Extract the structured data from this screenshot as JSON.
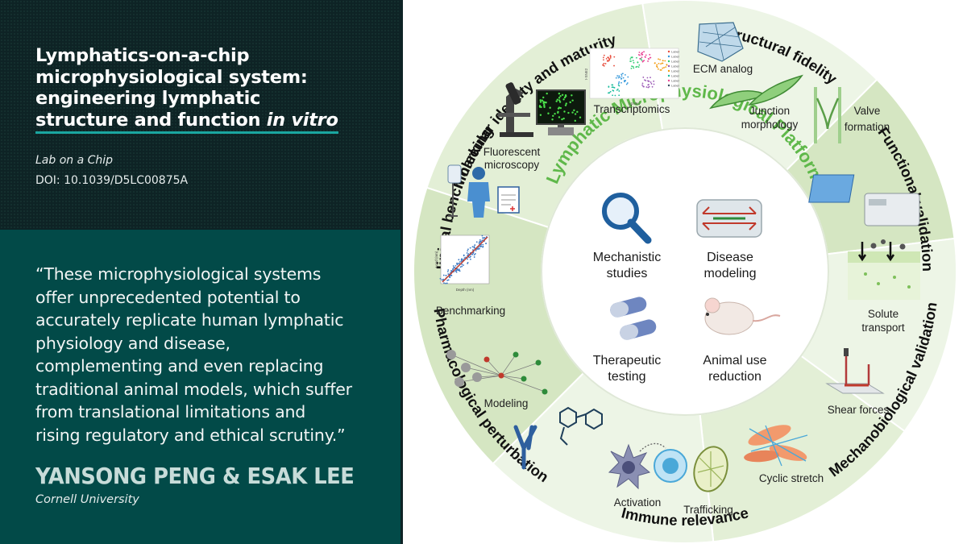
{
  "title": {
    "lines": [
      "Lymphatics-on-a-chip",
      "microphysiological system:",
      "engineering lymphatic",
      "structure and function "
    ],
    "italic": "in vitro"
  },
  "journal": "Lab on a Chip",
  "doi": "DOI: 10.1039/D5LC00875A",
  "quote": [
    "“These microphysiological systems",
    "offer unprecedented potential to",
    "accurately replicate human lymphatic",
    "physiology and disease,",
    "complementing and even replacing",
    "traditional animal models, which suffer",
    "from translational limitations and",
    "rising regulatory and ethical scrutiny.”"
  ],
  "authors": "YANSONG PENG & ESAK LEE",
  "affiliation": "Cornell University",
  "diagram": {
    "center_title": "Lymphatic Microphysiological Platform",
    "center_items": {
      "mechanistic": [
        "Mechanistic",
        "studies"
      ],
      "disease": [
        "Disease",
        "modeling"
      ],
      "therapeutic": [
        "Therapeutic",
        "testing"
      ],
      "animal": [
        "Animal use",
        "reduction"
      ]
    },
    "sectors": {
      "molecular": "Molecular identity and maturity",
      "structural": "Structural fidelity",
      "functional": "Functional validation",
      "mechano": "Mechanobiological validation",
      "immune": "Immune relevance",
      "pharma": "Pharmacological perturbation",
      "clinical": "Clinical benchmarking"
    },
    "labels": {
      "transcriptomics": "Transcriptomics",
      "fluorescent": [
        "Fluorescent",
        "microscopy"
      ],
      "ecm": "ECM analog",
      "junction": [
        "Junction",
        "morphology"
      ],
      "valve": [
        "Valve",
        "formation"
      ],
      "solute": [
        "Solute",
        "transport"
      ],
      "shear": "Shear forces",
      "cyclic": "Cyclic stretch",
      "activation": "Activation",
      "trafficking": "Trafficking",
      "modeling": "Modeling",
      "benchmarking": "Benchmarking"
    },
    "tiny": {
      "tsne_x": "t-SNE1",
      "tsne_y": "t-SNE2",
      "legend_label": "Label",
      "scatter_x": "Depth (nm)",
      "scatter_y": "Load (nm)"
    }
  },
  "colors": {
    "dark_panel": "#0e2325",
    "teal_panel": "#024a48",
    "accent_line": "#1aa6a0",
    "platform_green": "#5fb84a",
    "sector_light": "#edf5e6",
    "sector_mid": "#e3efd6",
    "sector_dark": "#d5e6c2"
  }
}
